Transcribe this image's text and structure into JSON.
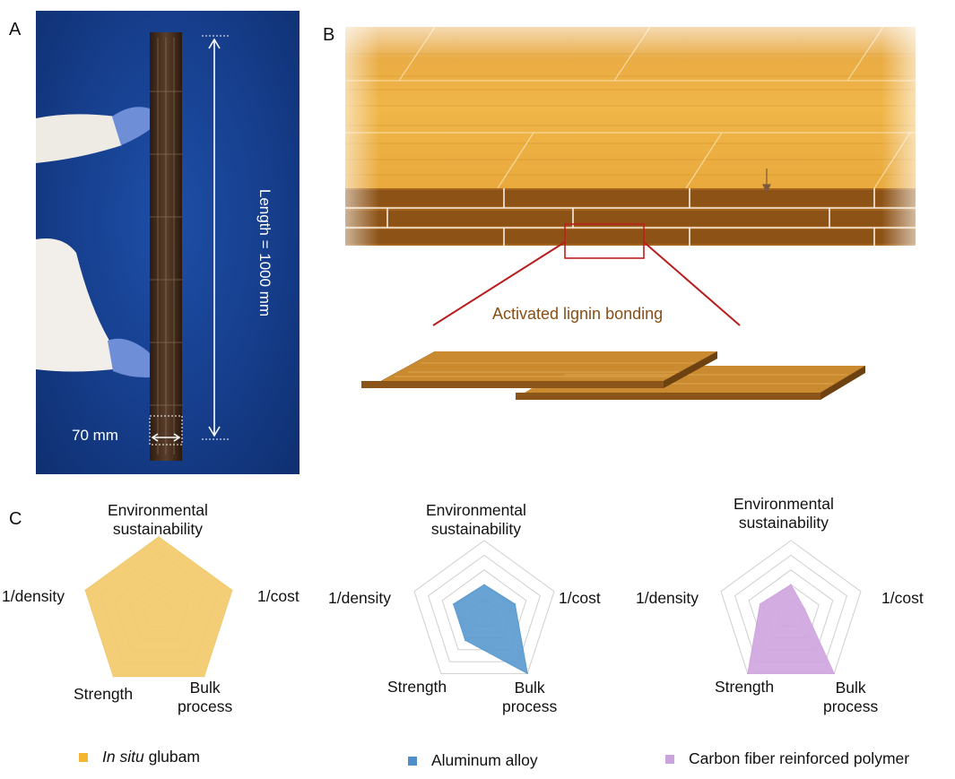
{
  "panels": {
    "a": "A",
    "b": "B",
    "c": "C"
  },
  "photo": {
    "length_label": "Length = 1000 mm",
    "width_label": "70 mm"
  },
  "schematic": {
    "bond_label": "Activated lignin bonding"
  },
  "radar_axes": [
    "Environmental sustainability",
    "1/cost",
    "Bulk process",
    "Strength",
    "1/density"
  ],
  "radar_labels": {
    "env_line1": "Environmental",
    "env_line2": "sustainability",
    "cost": "1/cost",
    "bulk_line1": "Bulk",
    "bulk_line2": "process",
    "strength": "Strength",
    "density": "1/density"
  },
  "chart_data": [
    {
      "type": "radar",
      "axes": [
        "Environmental sustainability",
        "1/cost",
        "Bulk process",
        "Strength",
        "1/density"
      ],
      "series": [
        {
          "name": "In situ glubam",
          "values": [
            5,
            5,
            5,
            5,
            5
          ]
        }
      ],
      "color": "#f2ca6b"
    },
    {
      "type": "radar",
      "axes": [
        "Environmental sustainability",
        "1/cost",
        "Bulk process",
        "Strength",
        "1/density"
      ],
      "series": [
        {
          "name": "Aluminum alloy",
          "values": [
            2,
            2.2,
            5,
            2.2,
            2.2
          ]
        }
      ],
      "color": "#5b9bd0"
    },
    {
      "type": "radar",
      "axes": [
        "Environmental sustainability",
        "1/cost",
        "Bulk process",
        "Strength",
        "1/density"
      ],
      "series": [
        {
          "name": "Carbon fiber reinforced polymer",
          "values": [
            2,
            1,
            5,
            5,
            2.2
          ]
        }
      ],
      "color": "#cfa6de"
    }
  ],
  "legend": [
    {
      "italic": "In situ",
      "text": " glubam",
      "color": "#f2b632"
    },
    {
      "italic": "",
      "text": "Aluminum alloy",
      "color": "#4f8fc9"
    },
    {
      "italic": "",
      "text": "Carbon fiber reinforced polymer",
      "color": "#c9a3dc"
    }
  ]
}
